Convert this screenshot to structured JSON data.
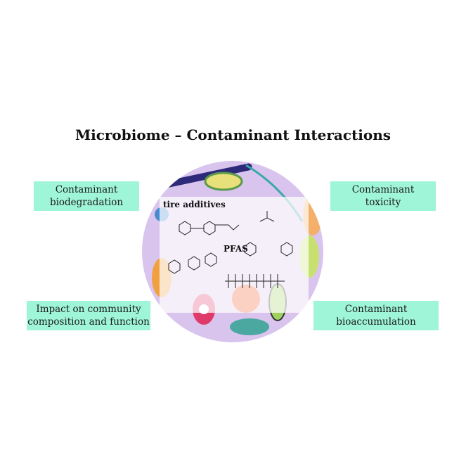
{
  "title": "Microbiome – Contaminant Interactions",
  "boxes": {
    "top_left": [
      "Contaminant",
      "biodegradation"
    ],
    "top_right": [
      "Contaminant",
      "toxicity"
    ],
    "bottom_left": [
      "Impact on community",
      "composition and function"
    ],
    "bottom_right": [
      "Contaminant",
      "bioaccumulation"
    ]
  },
  "center": {
    "tire_label": "tire additives",
    "pfas_label": "PFAS"
  },
  "colors": {
    "box": "#9ff5d8",
    "circle": "#d9c4ee",
    "overlay": "#ffffff"
  }
}
